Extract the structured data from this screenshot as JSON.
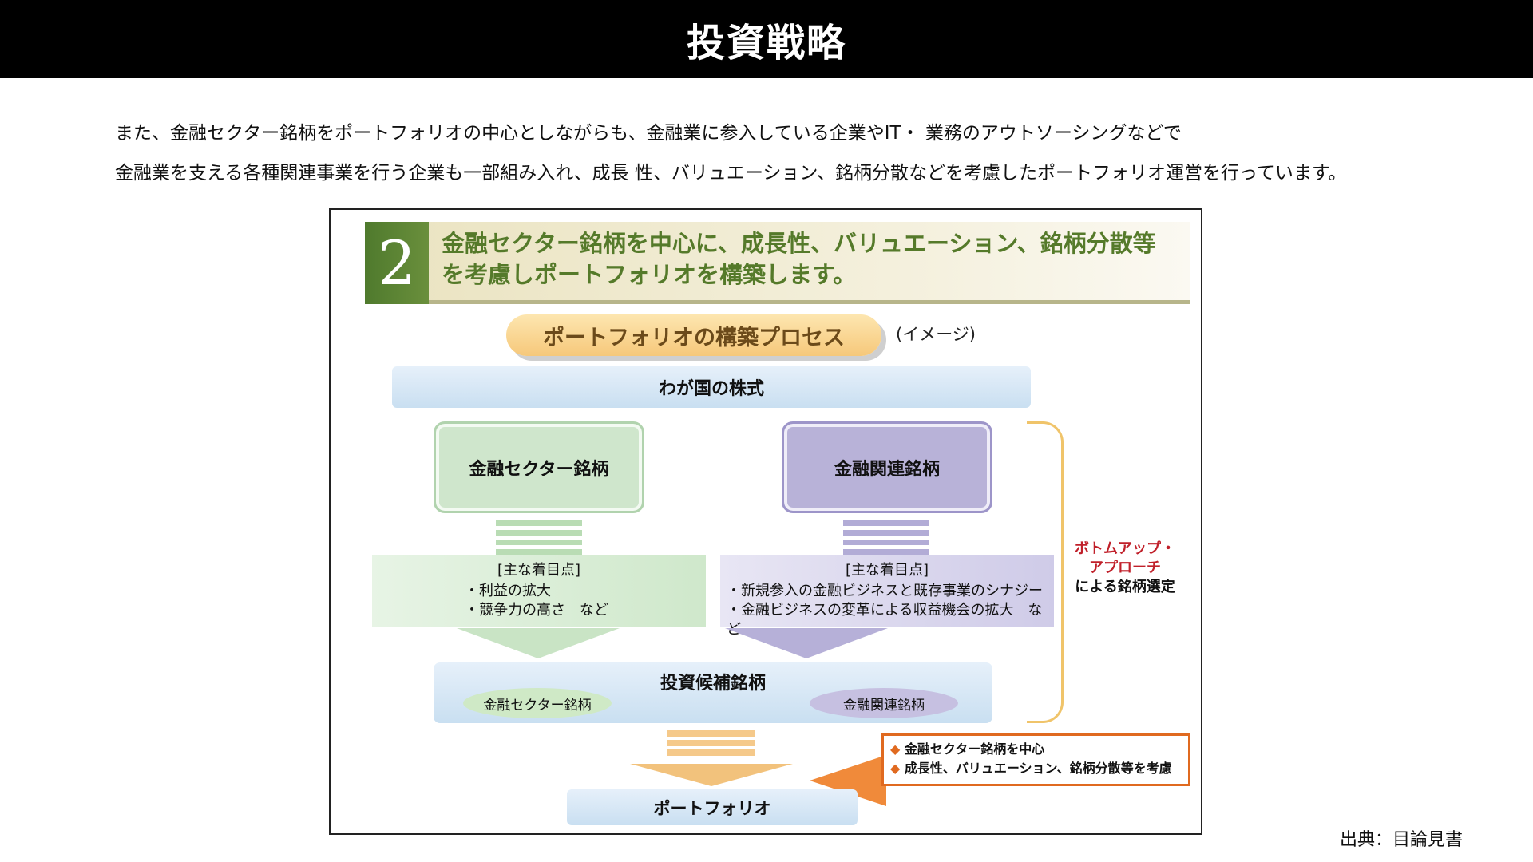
{
  "header": {
    "title": "投資戦略"
  },
  "intro": {
    "line1": "また、金融セクター銘柄をポートフォリオの中心としながらも、金融業に参入している企業やIT・ 業務のアウトソーシングなどで",
    "line2": "金融業を支える各種関連事業を行う企業も一部組み入れ、成長 性、バリュエーション、銘柄分散などを考慮したポートフォリオ運営を行っています。"
  },
  "diagram": {
    "banner": {
      "number": "2",
      "line1": "金融セクター銘柄を中心に、成長性、バリュエーション、銘柄分散等",
      "line2": "を考慮しポートフォリオを構築します。"
    },
    "process_label": "ポートフォリオの構築プロセス",
    "process_note": "(イメージ)",
    "stocks": "わが国の株式",
    "left_box": "金融セクター銘柄",
    "right_box": "金融関連銘柄",
    "left_points": {
      "title": "[主な着目点]",
      "items": [
        "利益の拡大",
        "競争力の高さ　など"
      ]
    },
    "right_points": {
      "title": "[主な着目点]",
      "items": [
        "新規参入の金融ビジネスと既存事業のシナジー",
        "金融ビジネスの変革による収益機会の拡大　など"
      ]
    },
    "candidates": {
      "title": "投資候補銘柄",
      "left": "金融セクター銘柄",
      "right": "金融関連銘柄"
    },
    "bottom_up": {
      "red_line1": "ボトムアップ・",
      "red_line2": "アプローチ",
      "line3": "による銘柄選定"
    },
    "emphasis": [
      "金融セクター銘柄を中心",
      "成長性、バリュエーション、銘柄分散等を考慮"
    ],
    "portfolio": "ポートフォリオ"
  },
  "source": "出典：目論見書",
  "colors": {
    "title_bar": "#000000",
    "banner_green": "#557a2a",
    "green_box": "#cfe6cc",
    "purple_box": "#b8b2d8",
    "bracket": "#f0c46a",
    "highlight_red": "#c0202a",
    "orange": "#e06a20"
  }
}
